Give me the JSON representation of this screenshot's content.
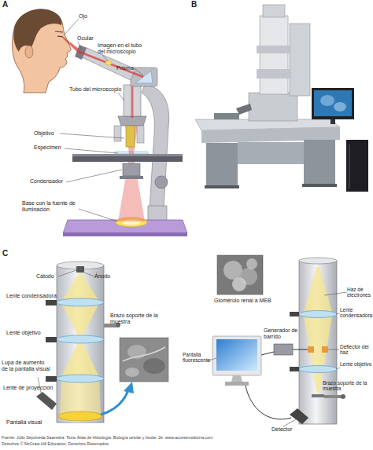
{
  "diagram": {
    "labels": [
      "A",
      "Ojo",
      "Ocular",
      "Imagen en el tubo del microscopio",
      "Prisma",
      "Tubo del microscopio",
      "Objetivo",
      "Espécimen",
      "Condensador",
      "Base con la fuente de iluminación",
      "B",
      "C",
      "Cátodo",
      "Ánodo",
      "Lente condensadora",
      "Brazo soporte de la muestra",
      "Lente objetivo",
      "Lupa de aumento de la pantalla visual",
      "Lente de proyección",
      "Pantalla visual",
      "Glomérulo renal a MEB",
      "Haz de electrones",
      "Generador de barrido",
      "Lente condensadora",
      "Deflector del haz",
      "Pantalla fluorescente",
      "Lente objetivo",
      "Brazo soporte de la muestra",
      "Detector",
      "Fuente: Julio Sepúlveda Saavedra: Texto Atlas de Histología. Biología celular y tisular, 2e: www.accessmedicina.com",
      "Derechos © McGraw-Hill Education. Derechos Reservados."
    ]
  }
}
